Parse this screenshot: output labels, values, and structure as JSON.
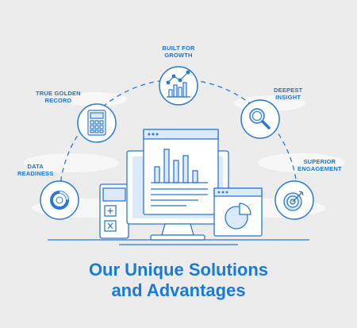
{
  "title_line1": "Our Unique Solutions",
  "title_line2": "and Advantages",
  "nodes": {
    "data_readiness": {
      "line1": "DATA",
      "line2": "READINESS",
      "icon": "donut-chart-icon"
    },
    "true_golden_record": {
      "line1": "TRUE GOLDEN",
      "line2": "RECORD",
      "icon": "calculator-icon"
    },
    "built_for_growth": {
      "line1": "BUILT FOR",
      "line2": "GROWTH",
      "icon": "growth-chart-icon"
    },
    "deepest_insight": {
      "line1": "DEEPEST",
      "line2": "INSIGHT",
      "icon": "magnifier-icon"
    },
    "superior_engagement": {
      "line1": "SUPERIOR",
      "line2": "ENGAGEMENT",
      "icon": "target-icon"
    }
  },
  "colors": {
    "accent": "#1a73d9",
    "stroke": "#2a78d4",
    "fill_light": "#dbe9fa",
    "background": "#ececec"
  }
}
